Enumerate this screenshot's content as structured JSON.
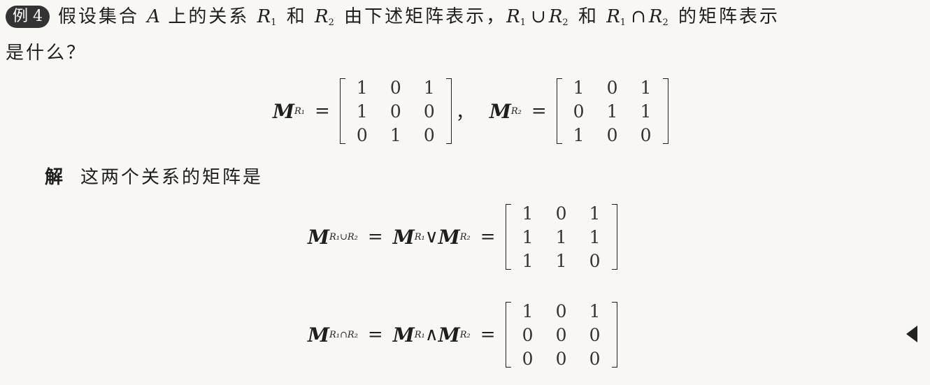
{
  "problem": {
    "badge": "例 4",
    "text_1": "假设集合",
    "set": "A",
    "text_2": "上的关系",
    "r1": "R",
    "r1_sub": "1",
    "and": "和",
    "r2": "R",
    "r2_sub": "2",
    "text_3": "由下述矩阵表示，",
    "union": "∪",
    "and2": "和",
    "intersect": "∩",
    "text_4": "的矩阵表示",
    "line2": "是什么？"
  },
  "given": {
    "m_label": "M",
    "r1_sub": "R₁",
    "r2_sub": "R₂",
    "equals": "=",
    "comma": "，",
    "mr1": [
      [
        "1",
        "0",
        "1"
      ],
      [
        "1",
        "0",
        "0"
      ],
      [
        "0",
        "1",
        "0"
      ]
    ],
    "mr2": [
      [
        "1",
        "0",
        "1"
      ],
      [
        "0",
        "1",
        "1"
      ],
      [
        "1",
        "0",
        "0"
      ]
    ]
  },
  "solution": {
    "label": "解",
    "text": "这两个关系的矩阵是",
    "union_sub": "R₁∪R₂",
    "intersect_sub": "R₁∩R₂",
    "join_op": "∨",
    "meet_op": "∧",
    "union_matrix": [
      [
        "1",
        "0",
        "1"
      ],
      [
        "1",
        "1",
        "1"
      ],
      [
        "1",
        "1",
        "0"
      ]
    ],
    "intersect_matrix": [
      [
        "1",
        "0",
        "1"
      ],
      [
        "0",
        "0",
        "0"
      ],
      [
        "0",
        "0",
        "0"
      ]
    ]
  },
  "nav": {
    "prev_icon": "triangle-left-icon"
  }
}
